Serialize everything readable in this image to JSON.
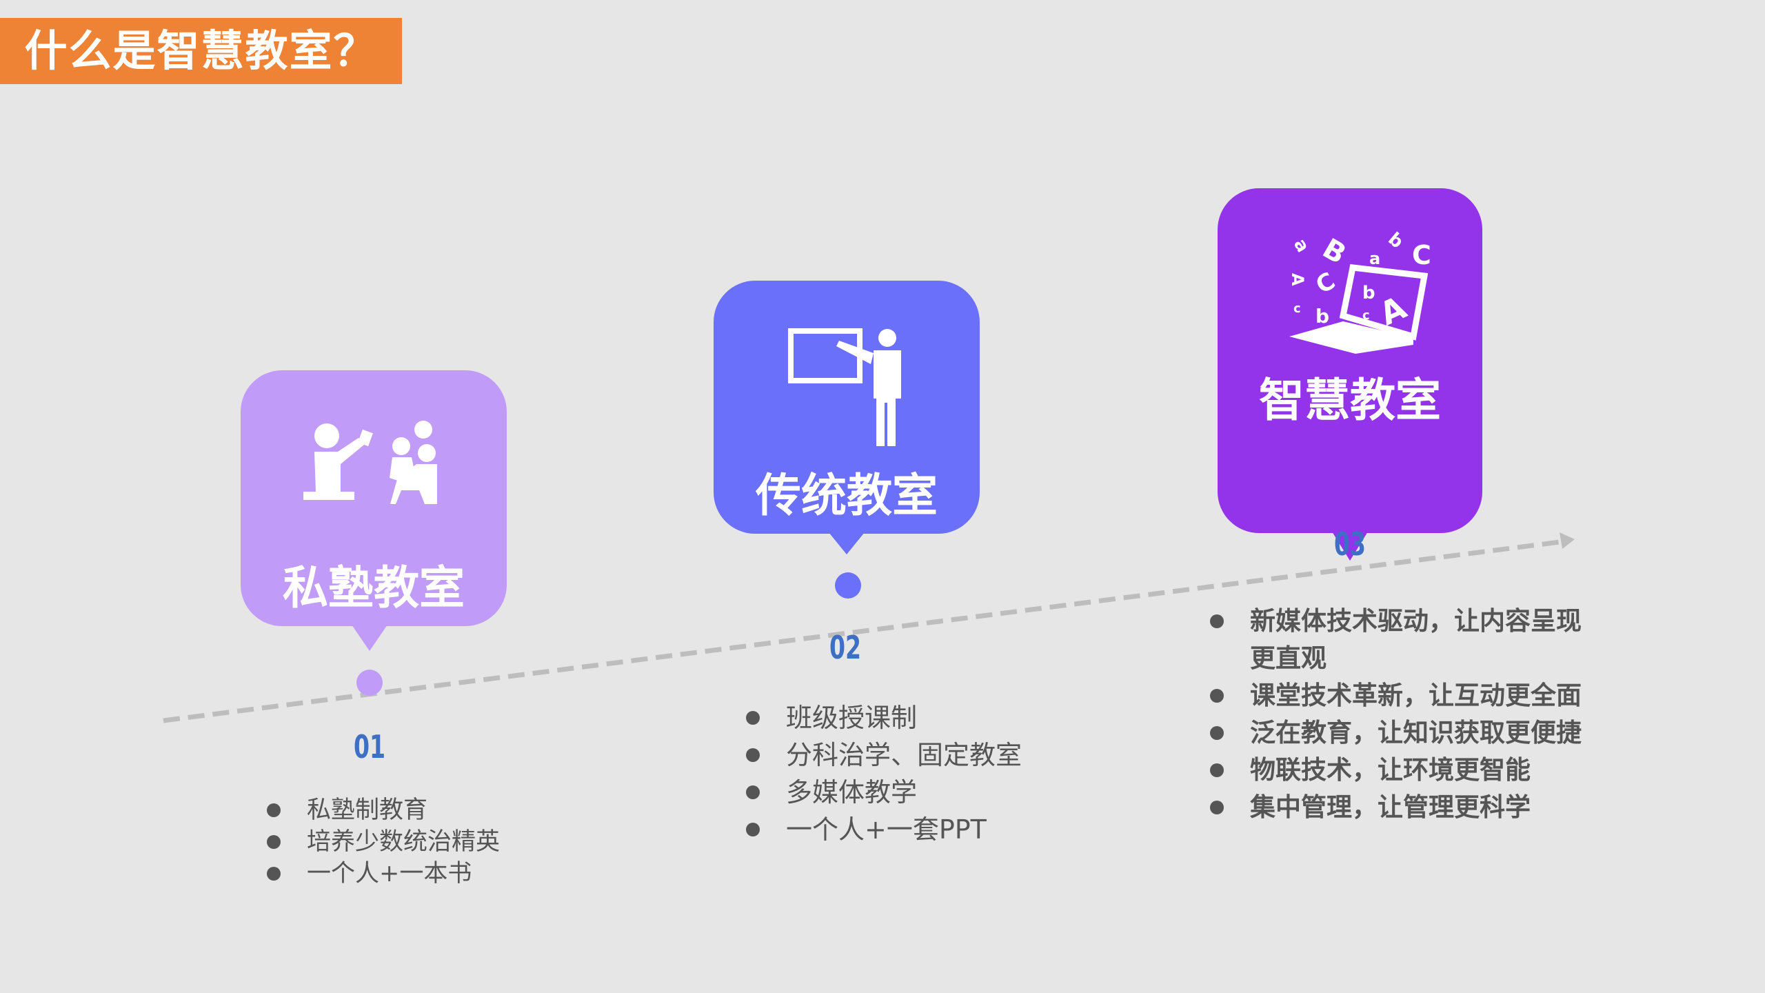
{
  "title": "什么是智慧教室？",
  "colors": {
    "banner": "#ee8336",
    "card1": "#c09cf8",
    "card2": "#6b70fb",
    "card3": "#9333ea",
    "number": "#3d6fc4",
    "timeline": "#bdbdbd"
  },
  "stages": [
    {
      "number": "01",
      "title": "私塾教室",
      "icon": "tutor-children-icon",
      "items": [
        "私塾制教育",
        "培养少数统治精英",
        "一个人+一本书"
      ]
    },
    {
      "number": "02",
      "title": "传统教室",
      "icon": "teacher-blackboard-icon",
      "items": [
        "班级授课制",
        "分科治学、固定教室",
        "多媒体教学",
        "一个人+一套PPT"
      ]
    },
    {
      "number": "03",
      "title": "智慧教室",
      "icon": "laptop-letters-icon",
      "items": [
        "新媒体技术驱动，让内容呈现更直观",
        "课堂技术革新，让互动更全面",
        "泛在教育，让知识获取更便捷",
        "物联技术，让环境更智能",
        "集中管理，让管理更科学"
      ]
    }
  ]
}
